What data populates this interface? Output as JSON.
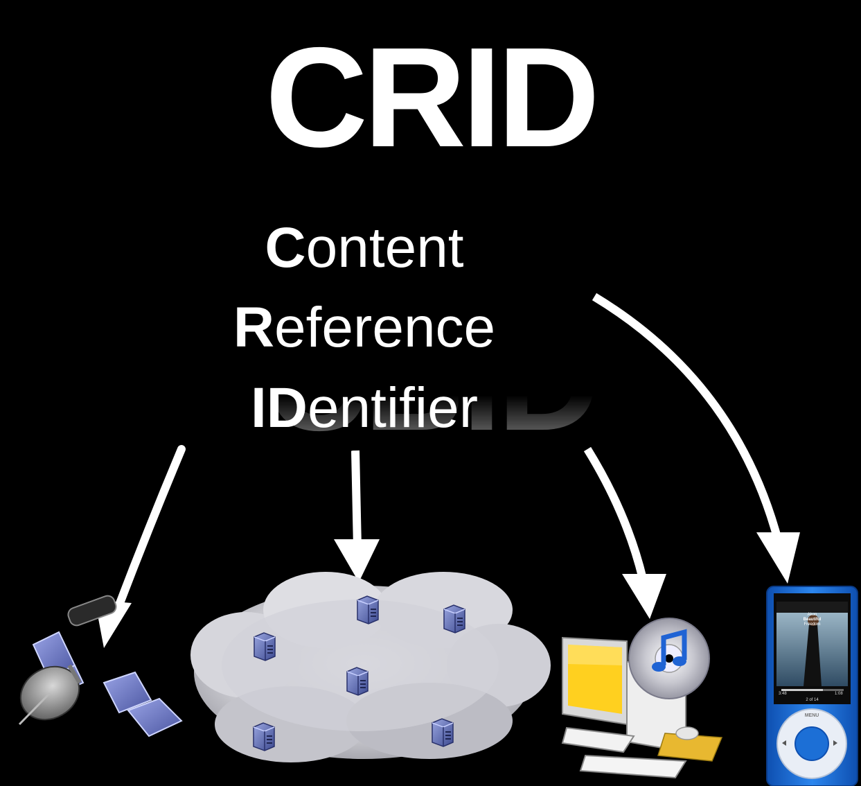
{
  "title": "CRID",
  "acronym": [
    {
      "lead": "C",
      "rest": "ontent"
    },
    {
      "lead": "R",
      "rest": "eference"
    },
    {
      "lead": "ID",
      "rest": "entifier"
    }
  ],
  "nodes": [
    {
      "icon": "satellite-icon"
    },
    {
      "icon": "server-cloud-icon"
    },
    {
      "icon": "desktop-computer-with-itunes-icon"
    },
    {
      "icon": "ipod-nano-icon"
    }
  ],
  "ipod": {
    "screen_artist": "Akon",
    "screen_song": "Beautiful",
    "screen_album": "Freedom",
    "elapsed": "3:48",
    "remaining": "1:08",
    "track": "2 of 14",
    "menu": "MENU"
  },
  "colors": {
    "background": "#000000",
    "foreground": "#ffffff",
    "ipod_blue": "#1c6fd6"
  }
}
